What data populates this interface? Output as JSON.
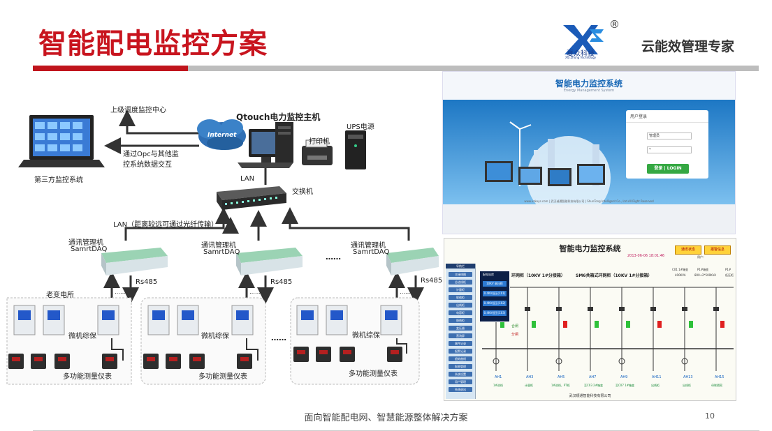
{
  "header": {
    "title": "智能配电监控方案",
    "tagline": "云能效管理专家",
    "logo_text": "夏众科技",
    "logo_sub": "Xia Zhong Technology",
    "registered": "®",
    "colors": {
      "title": "#c8141e",
      "red_bar": "#c0141c",
      "gray_bar": "#bdbdbd"
    }
  },
  "diagram": {
    "upper_center": "上级调度监控中心",
    "opc_line1": "通过Opc与其他监",
    "opc_line2": "控系统数据交互",
    "third_party": "第三方监控系统",
    "internet": "Internet",
    "host": "Qtouch电力监控主机",
    "printer": "打印机",
    "ups": "UPS电源",
    "lan": "LAN",
    "switch": "交换机",
    "lan_note": "LAN（距离较远可通过光纤传输）",
    "comm_label": "通讯管理机",
    "comm_model": "SamrtDAQ",
    "rs485": "Rs485",
    "ellipsis": "……",
    "dots": "……",
    "substation": "老变电所",
    "protection": "微机综保",
    "meter": "多功能测量仪表"
  },
  "login_screen": {
    "title": "智能电力监控系统",
    "subtitle": "Energy Management System",
    "box_title": "用户登录",
    "user_value": "管理员",
    "password_value": "*",
    "login_button": "登录 | LOGIN",
    "footer": "www.xzkeys.com | 武汉诚通智能科技有限公司 | ShunTong Intelligent Co., Ltd.All Right Reserved"
  },
  "monitor_screen": {
    "title": "智能电力监控系统",
    "date": "2013-06-06 18:01:46",
    "btn_comm": "通讯状态",
    "btn_alarm": "报警信息",
    "user": "用户：",
    "nav_header": "导航栏",
    "nav_items": [
      "主接线图",
      "总进线柜",
      "计量柜",
      "联络柜",
      "出线柜",
      "电容柜",
      "馈线柜",
      "变压器",
      "直流屏",
      "事件记录",
      "报警记录",
      "趋势曲线",
      "报表管理",
      "系统设置",
      "用户管理",
      "系统退出"
    ],
    "popup_header": "配电站房",
    "popup_items": [
      "10KV 高压柜",
      "0.4KV低压(C01)",
      "0.4KV低压(C02)",
      "0.4KV低压(C03)"
    ],
    "section1": "环网柜（10KV 1#分接箱）",
    "section2": "SM6共箱式环网柜（10KV 1#分接箱）",
    "info1_a": "C01 1#箱变",
    "info1_b": "400KVA",
    "info2_a": "P1#箱变",
    "info2_b": "800+2*500KVA",
    "info3_a": "P1#",
    "info3_b": "低压柜",
    "bays": [
      "AH1",
      "AH3",
      "AH5",
      "AH7",
      "AH9",
      "AH11",
      "AH13",
      "AH15"
    ],
    "bay_desc": [
      "1#进线",
      "计量柜",
      "1#进线，PT柜",
      "至C03 2#箱变",
      "至C07 1#箱变",
      "出线柜",
      "出线柜",
      "母联隔离"
    ],
    "footer": "武汉顺通智能科技有限公司",
    "state_on": "合闸",
    "state_off": "分闸"
  },
  "footer": {
    "text": "面向智能配电网、智慧能源整体解决方案",
    "page": "10"
  }
}
